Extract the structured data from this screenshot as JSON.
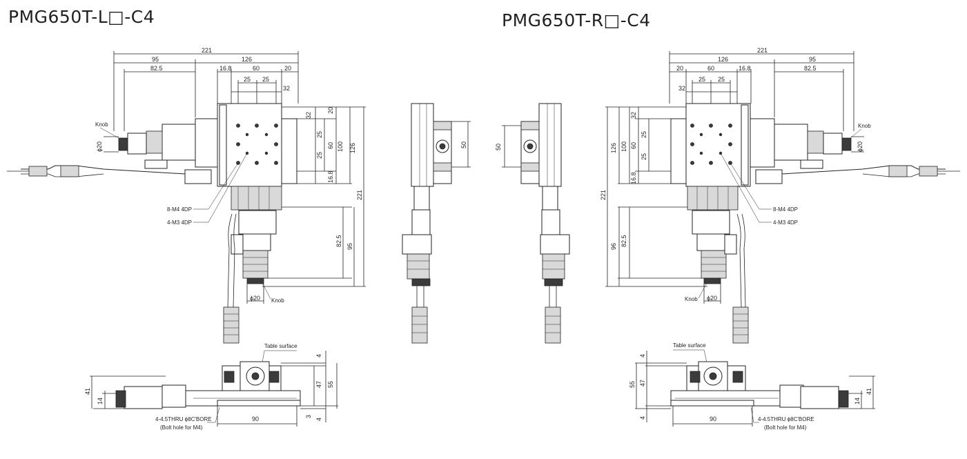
{
  "titles": {
    "left": "PMG650T-L□-C4",
    "right": "PMG650T-R□-C4"
  },
  "left_top": {
    "d221": "221",
    "d95": "95",
    "d126": "126",
    "d82_5": "82.5",
    "d16_8": "16.8",
    "d60": "60",
    "d20": "20",
    "d25a": "25",
    "d25b": "25",
    "d32": "32",
    "v32": "32",
    "v20": "20",
    "v25a": "25",
    "v60": "60",
    "v100": "100",
    "v126": "126",
    "v25b": "25",
    "v16_8": "16.8",
    "v221": "221",
    "v82_5": "82.5",
    "v95": "95",
    "knob": "Knob",
    "phi20_side": "ϕ20",
    "phi20_bottom": "ϕ20",
    "knob_bottom": "Knob",
    "holes_m4": "8-M4 4DP",
    "holes_m3": "4-M3 4DP"
  },
  "center": {
    "left_50": "50",
    "right_50": "50"
  },
  "right_top": {
    "d221": "221",
    "d126": "126",
    "d95": "95",
    "d20": "20",
    "d60": "60",
    "d16_8": "16.8",
    "d82_5": "82.5",
    "d25a": "25",
    "d25b": "25",
    "d32": "32",
    "v32": "32",
    "v60": "60",
    "v126": "126",
    "v100": "100",
    "v25a": "25",
    "v25b": "25",
    "v16_8": "16.8",
    "v221": "221",
    "v96": "96",
    "v82_5": "82.5",
    "knob": "Knob",
    "phi20_side": "ϕ20",
    "knob_bottom": "Knob",
    "phi20_bottom": "ϕ20",
    "holes_m4": "8-M4 4DP",
    "holes_m3": "4-M3 4DP"
  },
  "left_side": {
    "table_surface": "Table surface",
    "d4": "4",
    "d47": "47",
    "d55": "55",
    "d41": "41",
    "d14": "14",
    "d3": "3",
    "d4b": "4",
    "d90": "90",
    "bolt_note": "4-4.5THRU ϕ8C'BORE",
    "bolt_sub": "(Bolt hole for M4)"
  },
  "right_side": {
    "table_surface": "Table surface",
    "d4": "4",
    "d55": "55",
    "d47": "47",
    "d14": "14",
    "d41": "41",
    "d4b": "4",
    "d90": "90",
    "bolt_note": "4-4.5THRU ϕ8C'BORE",
    "bolt_sub": "(Bolt hole for M4)"
  }
}
